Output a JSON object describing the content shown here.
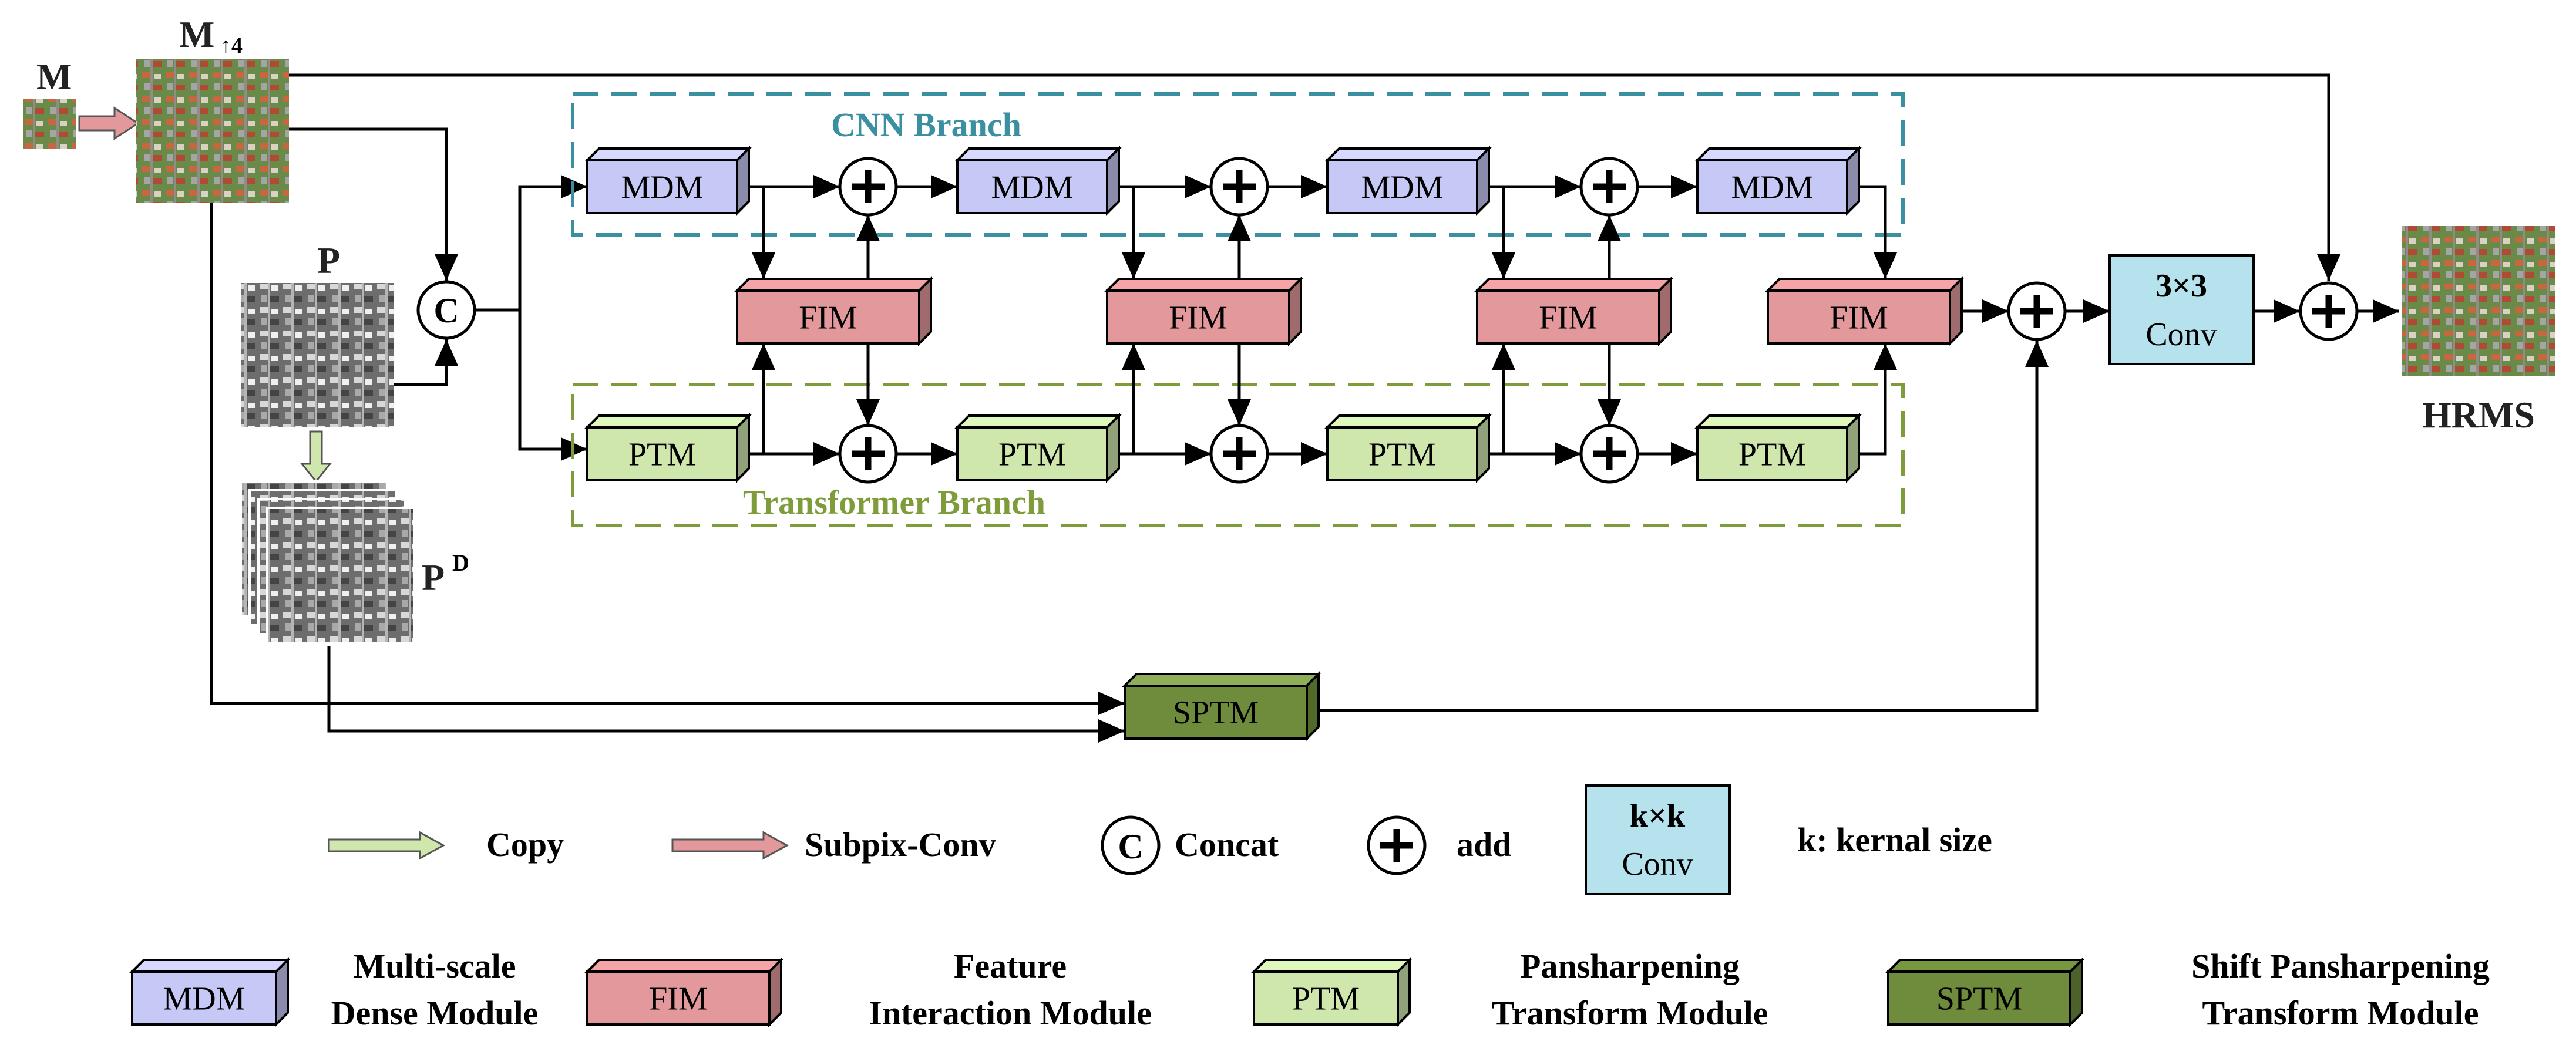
{
  "inputs": {
    "m_label": "M",
    "m_up_label": "M",
    "m_up_sub": "↑4",
    "p_label": "P",
    "pd_label": "P",
    "pd_sup": "D"
  },
  "branches": {
    "cnn_label": "CNN Branch",
    "transformer_label": "Transformer Branch"
  },
  "modules": {
    "mdm": "MDM",
    "fim": "FIM",
    "ptm": "PTM",
    "sptm": "SPTM"
  },
  "concat_symbol": "C",
  "conv_block": {
    "line1": "3×3",
    "line2": "Conv"
  },
  "output_label": "HRMS",
  "legend": {
    "copy": "Copy",
    "subpix": "Subpix-Conv",
    "concat": "Concat",
    "add": "add",
    "conv_line1": "k×k",
    "conv_line2": "Conv",
    "kernel_note": "k: kernal size",
    "mdm_full_1": "Multi-scale",
    "mdm_full_2": "Dense Module",
    "fim_full_1": "Feature",
    "fim_full_2": "Interaction Module",
    "ptm_full_1": "Pansharpening",
    "ptm_full_2": "Transform Module",
    "sptm_full_1": "Shift Pansharpening",
    "sptm_full_2": "Transform Module"
  },
  "colors": {
    "mdm_fill": "#c6c8f5",
    "fim_fill": "#e3999b",
    "ptm_fill": "#cfe6ad",
    "sptm_fill": "#6e8c3c",
    "conv_fill": "#b5e2ec",
    "cnn_border": "#3a8fa0",
    "transformer_border": "#7e9c3a"
  }
}
